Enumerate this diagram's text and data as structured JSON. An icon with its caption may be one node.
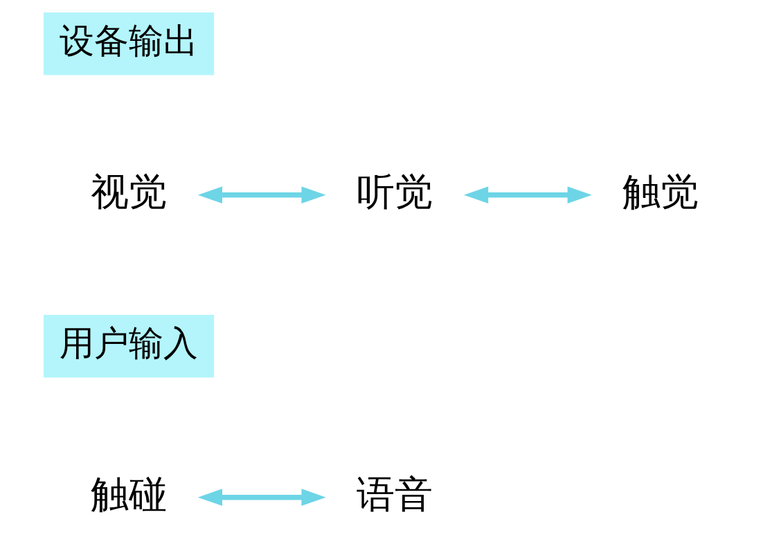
{
  "diagram": {
    "nodes": [
      {
        "text": [
          "视觉"
        ]
      },
      {
        "text": [
          "听觉"
        ]
      },
      {
        "text": [
          "触觉"
        ]
      },
      {
        "text": [
          "触碰"
        ]
      },
      {
        "text": [
          "语音"
        ]
      }
    ],
    "edges": [
      {
        "from": 0,
        "to": 1,
        "arrow": "both"
      },
      {
        "from": 1,
        "to": 2,
        "arrow": "both"
      },
      {
        "from": 3,
        "to": 4,
        "arrow": "both"
      }
    ],
    "labels": [
      "设备输出",
      "用户输入"
    ]
  }
}
